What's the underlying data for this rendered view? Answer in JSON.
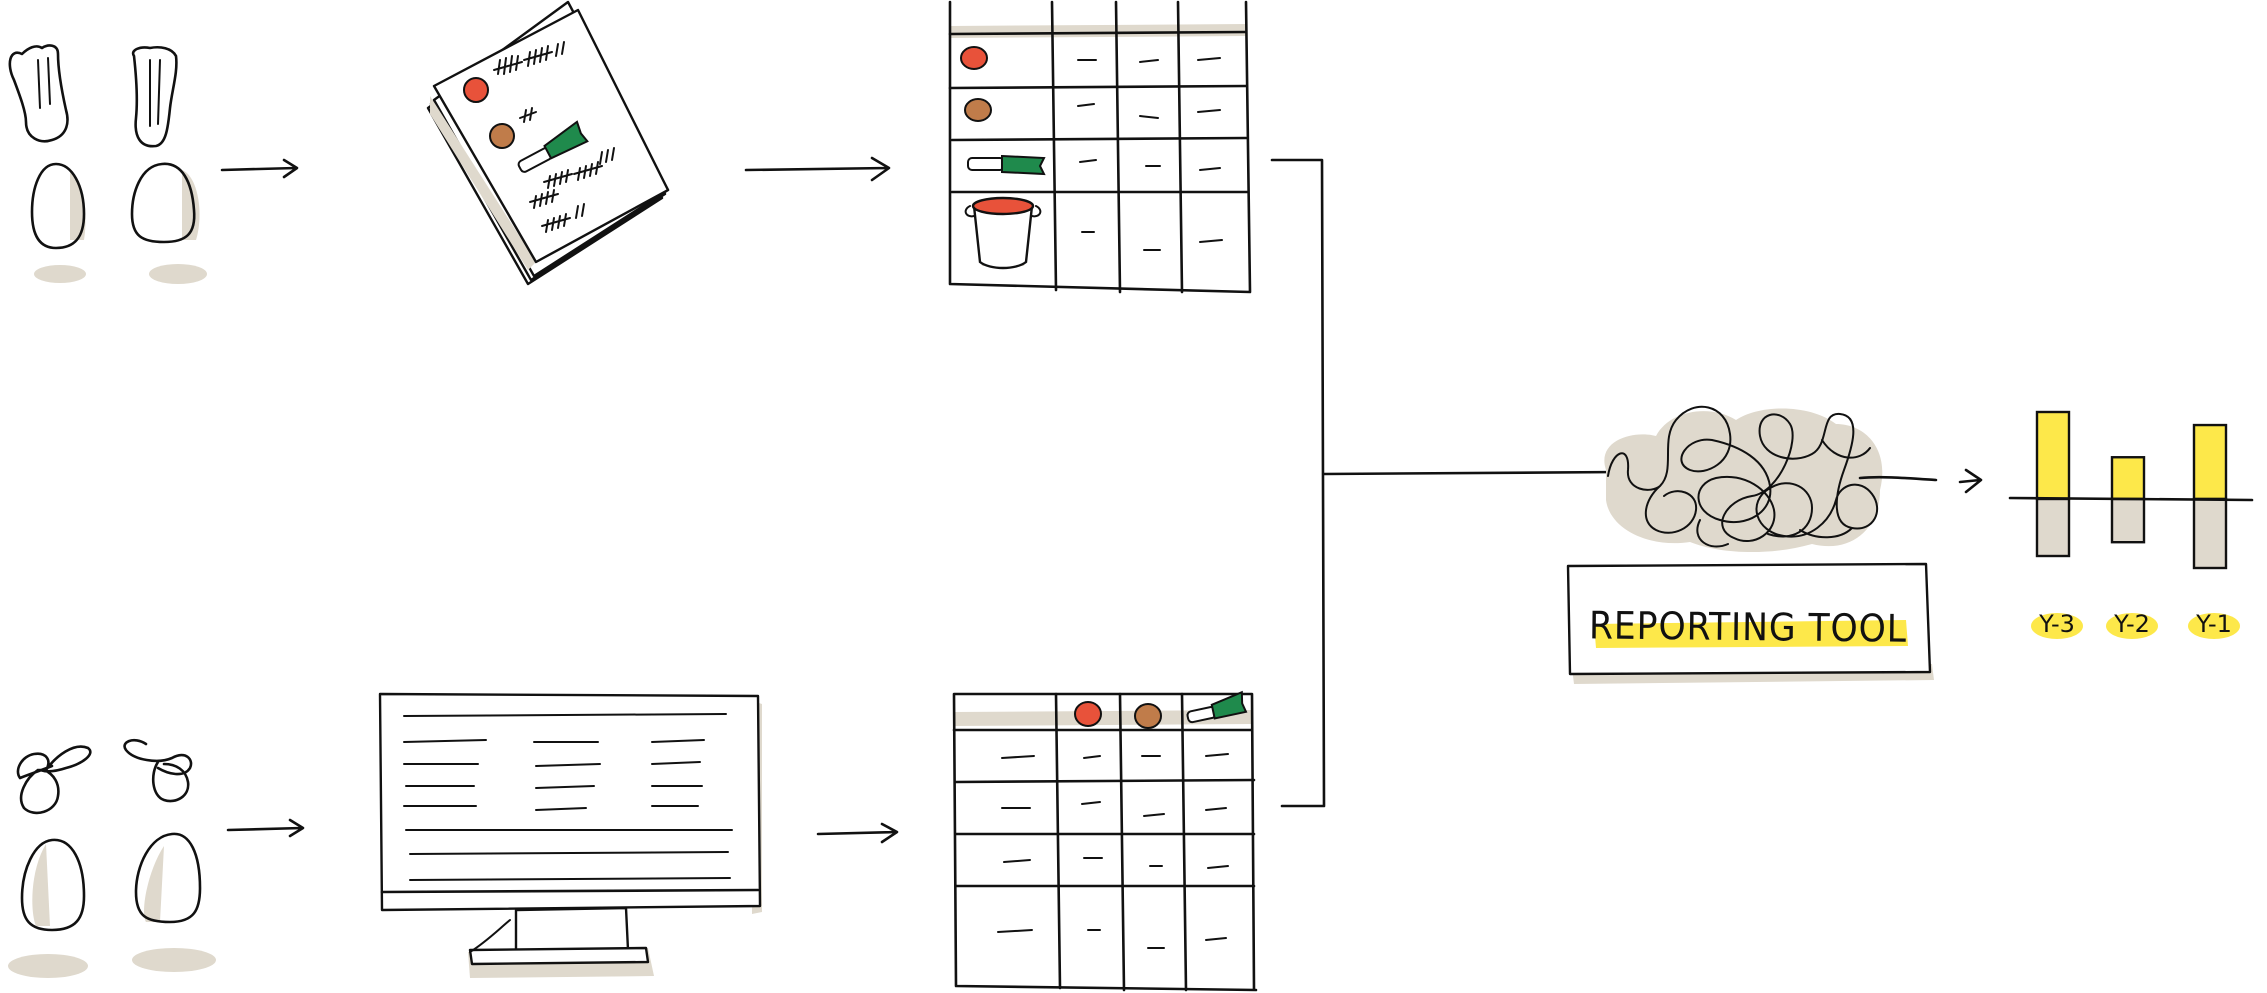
{
  "colors": {
    "ink": "#111111",
    "shadow": "#dfd9cd",
    "highlight": "#fde84a",
    "tomato": "#e8523a",
    "potato": "#c07c4a",
    "leek": "#1f8a4c",
    "pot_lid": "#e8523a"
  },
  "icons": {
    "chef": "chef-hat-person-icon",
    "bun_person": "hair-bow-person-icon",
    "notebook": "tally-notebook-icon",
    "computer": "computer-monitor-icon",
    "tangle": "messy-scribble-icon"
  },
  "reporting_tool": {
    "label": "REPORTING TOOL"
  },
  "result_chart": {
    "chart_data": {
      "type": "bar",
      "categories": [
        "Y-3",
        "Y-2",
        "Y-1"
      ],
      "values": [
        1.0,
        0.48,
        0.85
      ],
      "ylim": [
        0,
        1.1
      ]
    }
  }
}
